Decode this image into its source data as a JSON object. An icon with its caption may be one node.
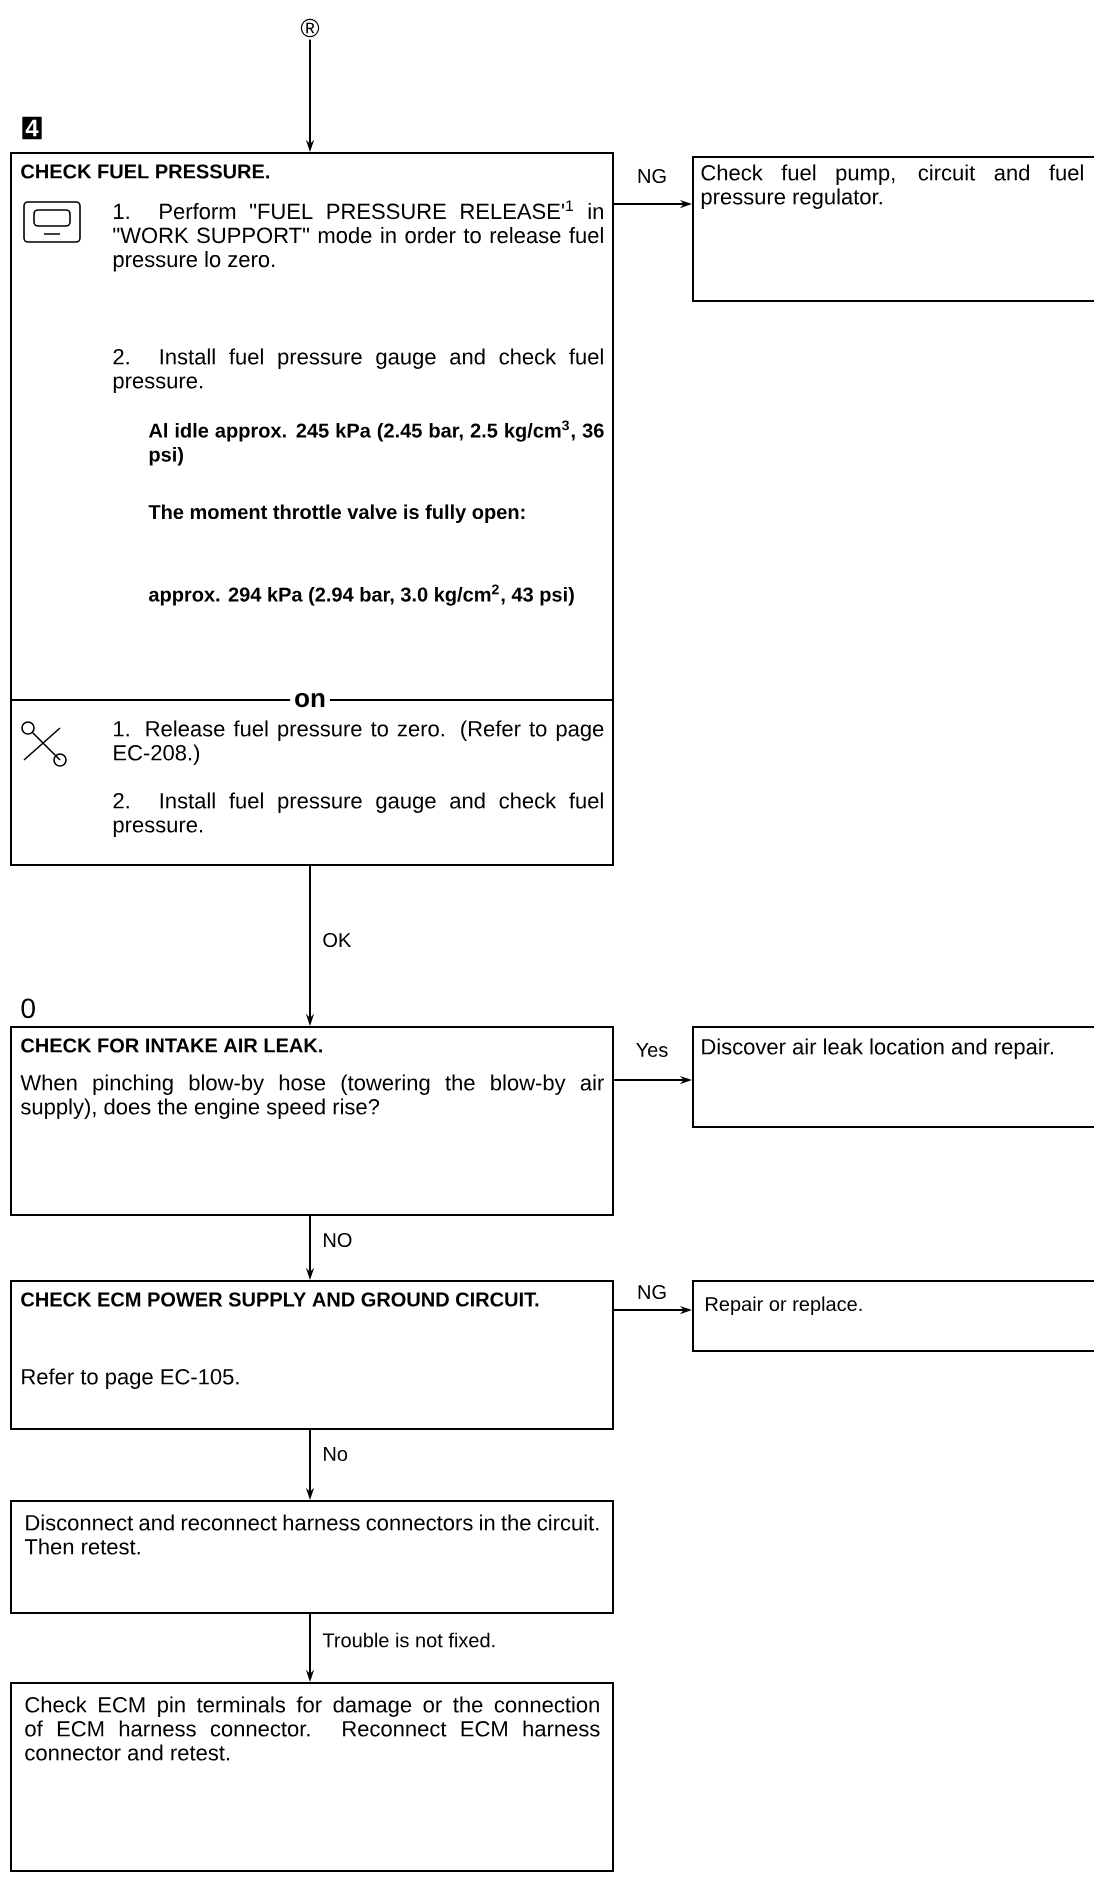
{
  "diagram": {
    "nodes": [
      {
        "text": [
          "®"
        ]
      },
      {
        "beside": [
          "4"
        ],
        "text": [
          "CHECK FUEL PRESSURE.",
          "1. Perform \"FUEL PRESSURE RELEASE'$^{1}$ in \"WORK SUPPORT\" mode in order to release fuel pressure lo zero.",
          "2. Install fuel pressure gauge and check fuel pressure.",
          "Al idle approx. 245 kPa (2.45 bar, 2.5 kg/cm$^{3}$, 36 psi)",
          "The moment throttle valve is fully open:",
          "approx. 294 kPa (2.94 bar, 3.0 kg/cm$^{2}$, 43 psi)",
          "on",
          "1. Release fuel pressure to zero. (Refer to page EC-208.)",
          "2. Install fuel pressure gauge and check fuel pressure."
        ]
      },
      {
        "text": [
          "Check fuel pump, circuit and fuel pressure regulator."
        ]
      },
      {
        "beside": [
          "0"
        ],
        "text": [
          "CHECK FOR INTAKE AIR LEAK.",
          "When pinching blow-by hose (towering the blow-by air supply), does the engine speed rise?"
        ]
      },
      {
        "text": [
          "Discover air leak location and repair."
        ]
      },
      {
        "text": [
          "CHECK ECM POWER SUPPLY AND GROUND CIRCUIT.",
          "Refer to page EC-105."
        ]
      },
      {
        "text": [
          "Repair or replace."
        ]
      },
      {
        "text": [
          "Disconnect and reconnect harness connectors in the circuit. Then retest."
        ]
      },
      {
        "text": [
          "Check ECM pin terminals for damage or the connection of ECM harness connector. Reconnect ECM harness connector and retest."
        ]
      }
    ],
    "edges": [
      {
        "from": 0,
        "to": 1,
        "arrow": "to"
      },
      {
        "from": 1,
        "to": 2,
        "arrow": "to",
        "label": "NG"
      },
      {
        "from": 1,
        "to": 3,
        "arrow": "to",
        "label": "OK"
      },
      {
        "from": 3,
        "to": 4,
        "arrow": "to",
        "label": "Yes"
      },
      {
        "from": 3,
        "to": 5,
        "arrow": "to",
        "label": "NO"
      },
      {
        "from": 5,
        "to": 6,
        "arrow": "to",
        "label": "NG"
      },
      {
        "from": 5,
        "to": 7,
        "arrow": "to",
        "label": "No"
      },
      {
        "from": 7,
        "to": 8,
        "arrow": "to",
        "label": "Trouble is not fixed."
      }
    ]
  }
}
